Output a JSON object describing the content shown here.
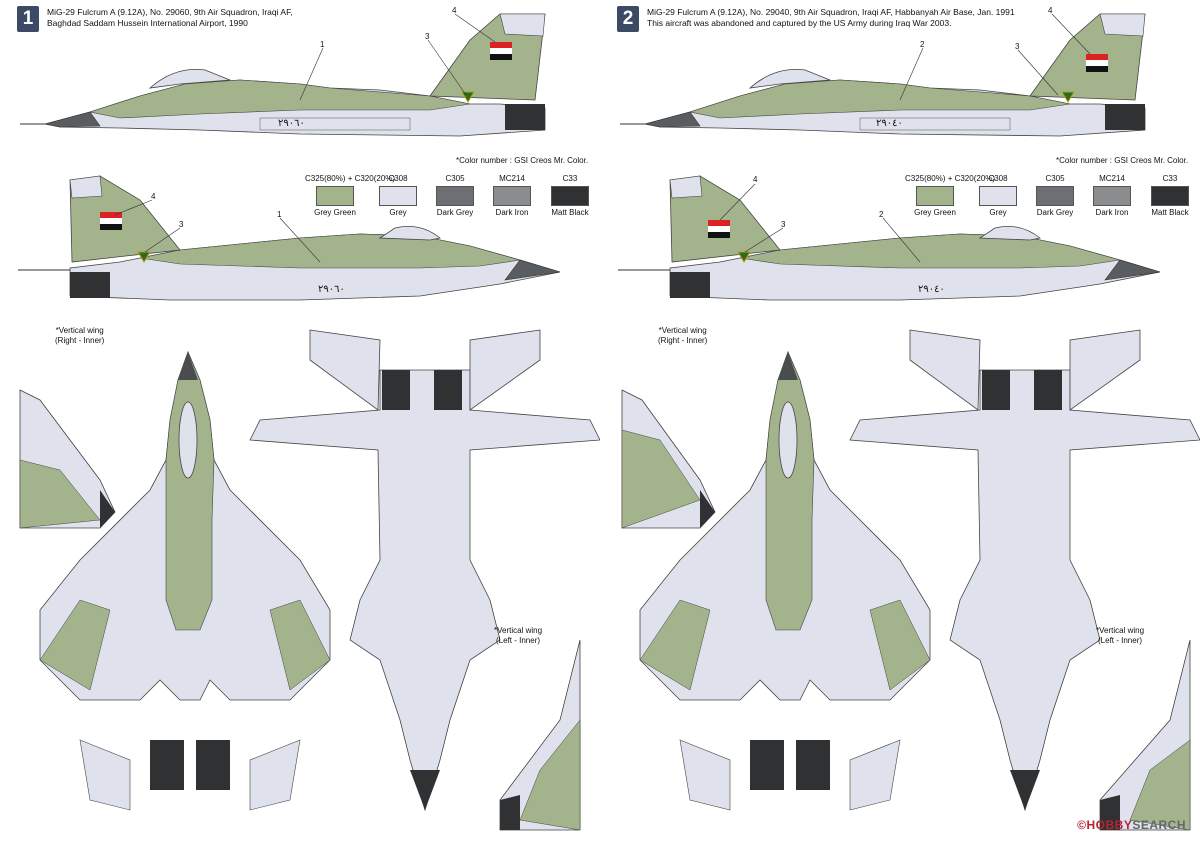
{
  "panels": [
    {
      "number": "1",
      "caption": "MiG-29 Fulcrum A (9.12A), No. 29060, 9th Air Squadron, Iraqi AF,\nBaghdad Saddam Hussein International Airport, 1990",
      "serial_marking": "٢٩٠٦٠",
      "side_callouts": [
        "1",
        "3",
        "4"
      ],
      "top_callouts": [
        "4",
        "3",
        "1"
      ]
    },
    {
      "number": "2",
      "caption": "MiG-29 Fulcrum A (9.12A), No. 29040, 9th Air Squadron, Iraqi AF, Habbanyah Air Base, Jan. 1991\nThis aircraft was abandoned and captured by the US Army during Iraq War 2003.",
      "serial_marking": "٢٩٠٤٠",
      "side_callouts": [
        "2",
        "3",
        "4"
      ],
      "top_callouts": [
        "4",
        "3",
        "2"
      ]
    }
  ],
  "color_note": "*Color number : GSI Creos Mr. Color.",
  "swatches": [
    {
      "code": "C325(80%) + C320(20%)",
      "name": "Grey Green",
      "color": "#a3b38b"
    },
    {
      "code": "C308",
      "name": "Grey",
      "color": "#dfe2ec"
    },
    {
      "code": "C305",
      "name": "Dark Grey",
      "color": "#6c6f73"
    },
    {
      "code": "MC214",
      "name": "Dark Iron",
      "color": "#8a8c8e"
    },
    {
      "code": "C33",
      "name": "Matt Black",
      "color": "#2f3133"
    }
  ],
  "vertical_wing_right": "*Vertical wing\n(Right - Inner)",
  "vertical_wing_left": "*Vertical wing\n(Left - Inner)",
  "watermark": {
    "prefix": "HOBBY",
    "suffix": "SEARCH",
    "copyright": "©"
  },
  "colors": {
    "green": "#a3b38b",
    "grey": "#dfe2ec",
    "dark_grey": "#6c6f73",
    "black": "#2f3133",
    "badge": "#3d4a66"
  }
}
